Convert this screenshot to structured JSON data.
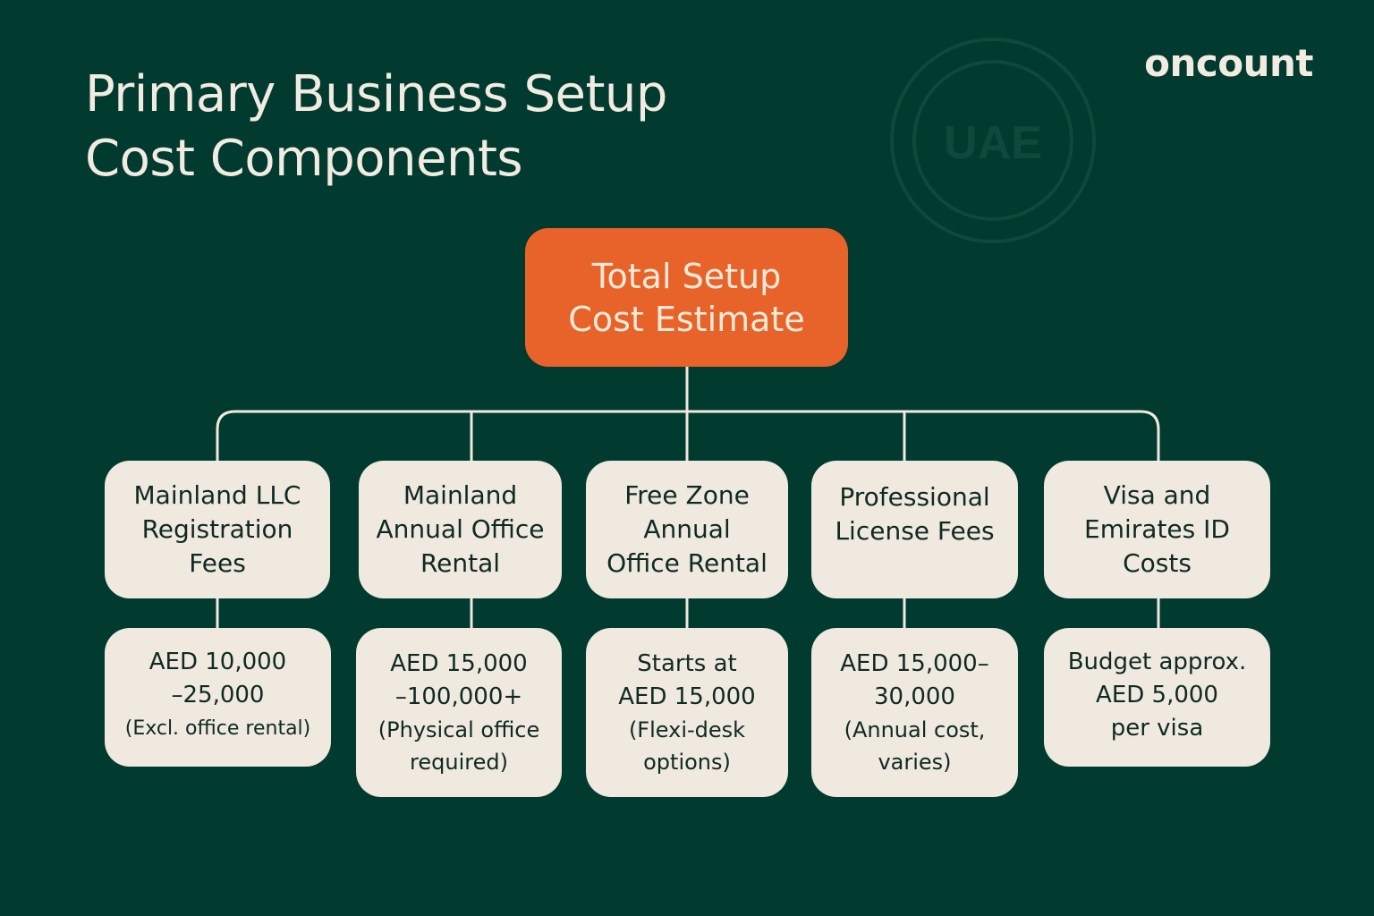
{
  "title": {
    "line1": "Primary Business Setup",
    "line2": "Cost Components"
  },
  "brand": {
    "logo_text": "oncount",
    "seal_text": "UAE",
    "seal_icon": "uae-seal-watermark-icon"
  },
  "colors": {
    "background": "#013a2e",
    "root_box": "#e8632a",
    "card": "#efe9df",
    "text_light": "#f1ebe2",
    "text_dark": "#0f2a22",
    "connector": "#efe9df"
  },
  "root": {
    "line1": "Total Setup",
    "line2": "Cost Estimate"
  },
  "components": [
    {
      "heading": [
        "Mainland LLC",
        "Registration",
        "Fees"
      ],
      "value": [
        "AED 10,000",
        "–25,000",
        "(Excl. office rental)"
      ]
    },
    {
      "heading": [
        "Mainland",
        "Annual Office",
        "Rental"
      ],
      "value": [
        "AED 15,000",
        "–100,000+",
        "(Physical office",
        "required)"
      ]
    },
    {
      "heading": [
        "Free Zone",
        "Annual",
        "Office Rental"
      ],
      "value": [
        "Starts at",
        "AED 15,000",
        "(Flexi-desk",
        "options)"
      ]
    },
    {
      "heading": [
        "Professional",
        "License Fees"
      ],
      "value": [
        "AED 15,000–",
        "30,000",
        "(Annual cost,",
        "varies)"
      ]
    },
    {
      "heading": [
        "Visa and",
        "Emirates ID",
        "Costs"
      ],
      "value": [
        "Budget approx.",
        "AED 5,000",
        "per visa"
      ]
    }
  ]
}
